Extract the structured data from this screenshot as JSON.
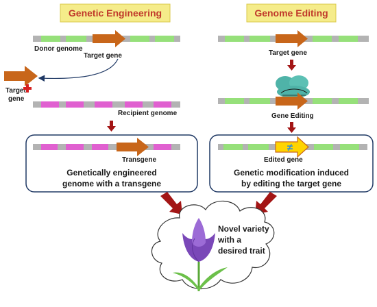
{
  "left_panel": {
    "title": "Genetic Engineering",
    "donor_genome_label": "Donor genome",
    "target_gene_label": "Target gene",
    "target_gene_side_label_line1": "Target",
    "target_gene_side_label_line2": "gene",
    "recipient_genome_label": "Recipient  genome",
    "transgene_label": "Transgene",
    "result_line1": "Genetically engineered",
    "result_line2": "genome with a transgene"
  },
  "right_panel": {
    "title": "Genome Editing",
    "target_gene_label": "Target gene",
    "gene_editing_label": "Gene Editing",
    "edited_gene_label": "Edited gene",
    "edited_symbol": "≠",
    "result_line1": "Genetic modification induced",
    "result_line2": "by editing the target gene"
  },
  "outcome": {
    "line1": "Novel variety",
    "line2": "with a",
    "line3": "desired trait"
  },
  "colors": {
    "title_bg": "#f5ec8a",
    "title_text": "#c0392b",
    "chromosome": "#b3b3b3",
    "green_segment": "#96e07a",
    "magenta_segment": "#e060d0",
    "gene_arrow": "#c8661a",
    "red_arrow": "#a31515",
    "box_border": "#1f3864",
    "edited_gene": "#ffd400",
    "edit_mark": "#2b8be0",
    "cas_complex": "#4fb3a8",
    "flower": "#8e5ac8",
    "leaf": "#6cc04a"
  },
  "icons": {
    "plus": "plus-icon",
    "flower": "tulip-icon",
    "enzyme": "cas-complex-icon"
  }
}
